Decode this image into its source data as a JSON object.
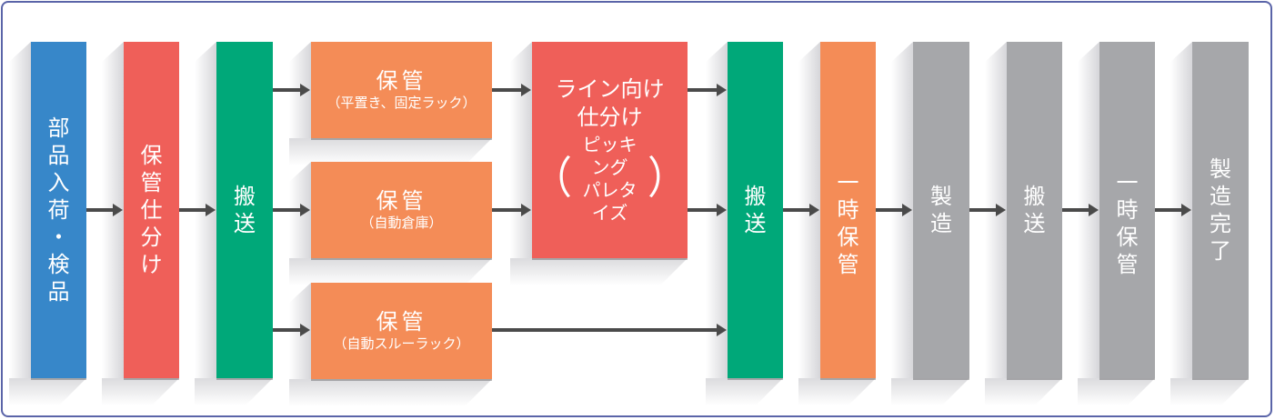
{
  "diagram": {
    "title": "部品入荷から製造完了までのフロー",
    "colors": {
      "frame": "#5a64a8",
      "blue": "#3787c9",
      "red": "#ef5f59",
      "green": "#00a879",
      "orange": "#f48c57",
      "gray": "#a6a7aa",
      "arrow": "#4a4a4a"
    },
    "nodes": {
      "receiving": {
        "chars": [
          "部",
          "品",
          "入",
          "荷",
          "・",
          "検",
          "品"
        ],
        "color": "blue"
      },
      "storage_sort": {
        "chars": [
          "保",
          "管",
          "仕",
          "分",
          "け"
        ],
        "color": "red"
      },
      "transport1": {
        "chars": [
          "搬",
          "送"
        ],
        "color": "green"
      },
      "storage_flat": {
        "title": "保管",
        "sub": "（平置き、固定ラック）",
        "color": "orange"
      },
      "storage_auto": {
        "title": "保管",
        "sub": "（自動倉庫）",
        "color": "orange"
      },
      "storage_flow": {
        "title": "保管",
        "sub": "（自動スルーラック）",
        "color": "orange"
      },
      "line_sort": {
        "line1": "ライン向け",
        "line2": "仕分け",
        "paren_open": "（",
        "paren_close": "）",
        "sub1": "ピッキング",
        "sub2": "パレタイズ",
        "color": "red"
      },
      "transport2": {
        "chars": [
          "搬",
          "送"
        ],
        "color": "green"
      },
      "temp_storage1": {
        "chars": [
          "一",
          "時",
          "保",
          "管"
        ],
        "color": "orange"
      },
      "manufacturing": {
        "chars": [
          "製",
          "造"
        ],
        "color": "gray"
      },
      "transport3": {
        "chars": [
          "搬",
          "送"
        ],
        "color": "gray"
      },
      "temp_storage2": {
        "chars": [
          "一",
          "時",
          "保",
          "管"
        ],
        "color": "gray"
      },
      "complete": {
        "chars": [
          "製",
          "造",
          "完",
          "了"
        ],
        "color": "gray"
      }
    },
    "edges": [
      [
        "receiving",
        "storage_sort"
      ],
      [
        "storage_sort",
        "transport1"
      ],
      [
        "transport1",
        "storage_flat"
      ],
      [
        "transport1",
        "storage_auto"
      ],
      [
        "transport1",
        "storage_flow"
      ],
      [
        "storage_flat",
        "line_sort"
      ],
      [
        "storage_auto",
        "line_sort"
      ],
      [
        "line_sort",
        "transport2"
      ],
      [
        "storage_flow",
        "transport2"
      ],
      [
        "transport2",
        "temp_storage1"
      ],
      [
        "temp_storage1",
        "manufacturing"
      ],
      [
        "manufacturing",
        "transport3"
      ],
      [
        "transport3",
        "temp_storage2"
      ],
      [
        "temp_storage2",
        "complete"
      ]
    ]
  }
}
